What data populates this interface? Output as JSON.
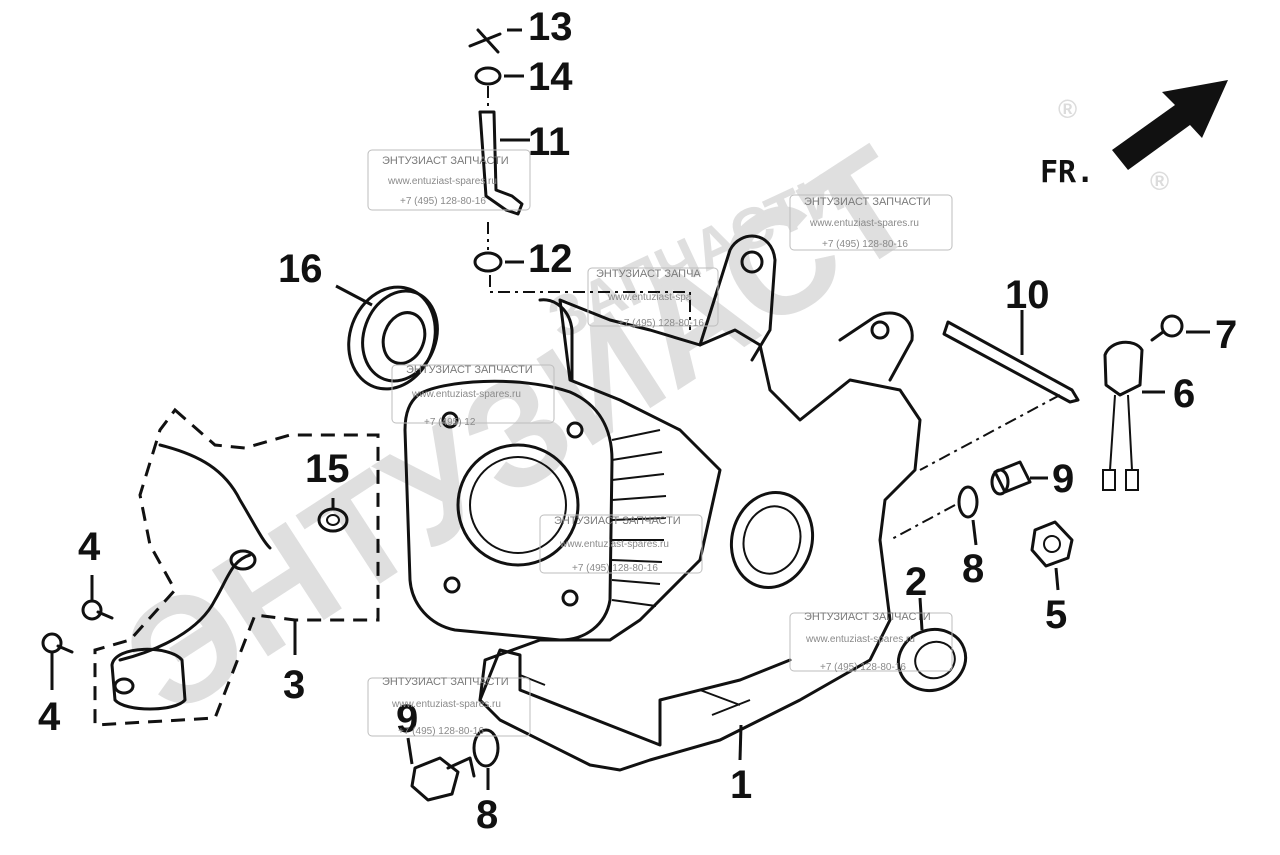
{
  "diagram": {
    "direction_label": "FR.",
    "callouts": {
      "c1": "1",
      "c2": "2",
      "c3": "3",
      "c4a": "4",
      "c4b": "4",
      "c5": "5",
      "c6": "6",
      "c7": "7",
      "c8a": "8",
      "c8b": "8",
      "c9a": "9",
      "c9b": "9",
      "c10": "10",
      "c11": "11",
      "c12": "12",
      "c13": "13",
      "c14": "14",
      "c15": "15",
      "c16": "16"
    }
  },
  "watermark": {
    "brand": "ЭНТУЗИАСТ",
    "brand_arc": "ЗАПЧАСТИ",
    "registered": "®",
    "stamp": {
      "title": "ЭНТУЗИАСТ ЗАПЧАСТИ",
      "url": "www.entuziast-spares.ru",
      "phone": "+7 (495) 128-80-16"
    },
    "stamp_partial": [
      {
        "title": "ЭНТУЗИАСТ ЗАПЧА",
        "url": "www.entuziast-spa",
        "phone": "+7 (495) 128-80-16"
      },
      {
        "title": "ЭНТУЗИАСТ ЗАПЧАСТИ",
        "url": "www.entuziast-spares.ru",
        "phone": "+7 (495) 12"
      },
      {
        "title": "ЭНТУЗИАСТ ЗАПЧАСТИ",
        "url": "www.entuziast-spares.ru",
        "phone": "+7 (495) 128-80-16"
      },
      {
        "title": "ЭНТУЗИАСТ ЗАПЧАСТИ",
        "url": "www.entuziast-spares.ru",
        "phone": "+7 (495) 128-80-16"
      }
    ]
  }
}
